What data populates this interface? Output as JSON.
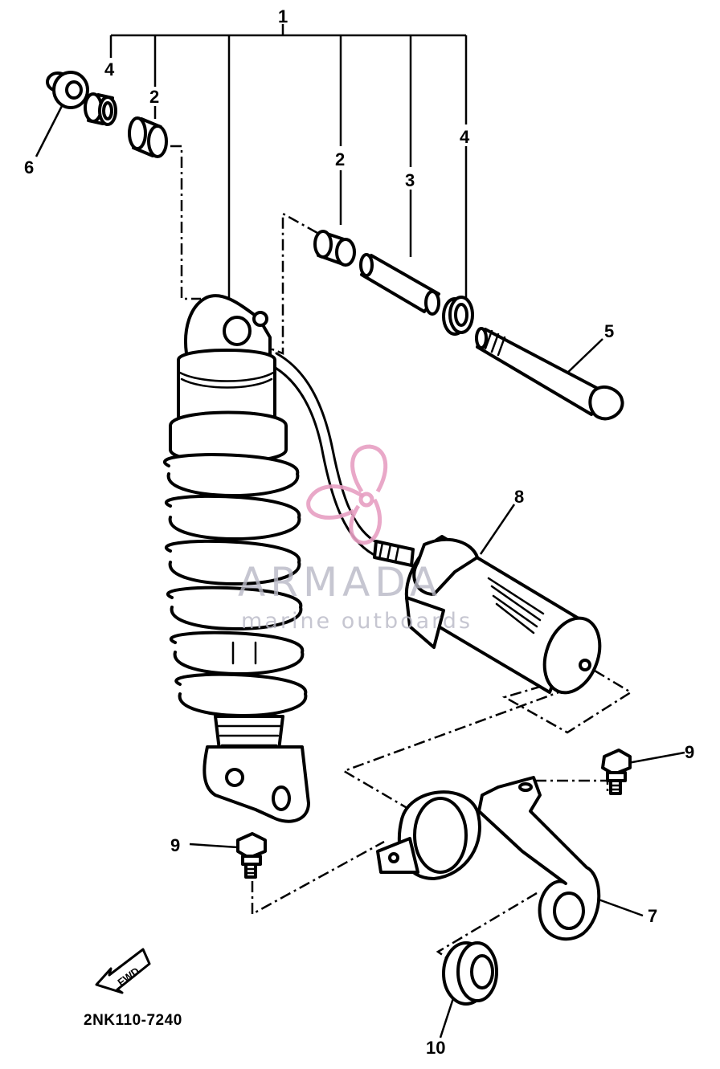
{
  "diagram": {
    "code": "2NK110-7240",
    "forward_label": "FWD",
    "callouts": {
      "c1": "1",
      "c2a": "2",
      "c2b": "2",
      "c3": "3",
      "c4a": "4",
      "c4b": "4",
      "c5": "5",
      "c6": "6",
      "c7": "7",
      "c8": "8",
      "c9a": "9",
      "c9b": "9",
      "c10": "10"
    }
  },
  "watermark": {
    "name": "ARMADA",
    "tagline": "marine outboards"
  },
  "colors": {
    "line": "#000000",
    "watermark_text": "#b9b9c6",
    "watermark_logo": "#e79fc2"
  }
}
